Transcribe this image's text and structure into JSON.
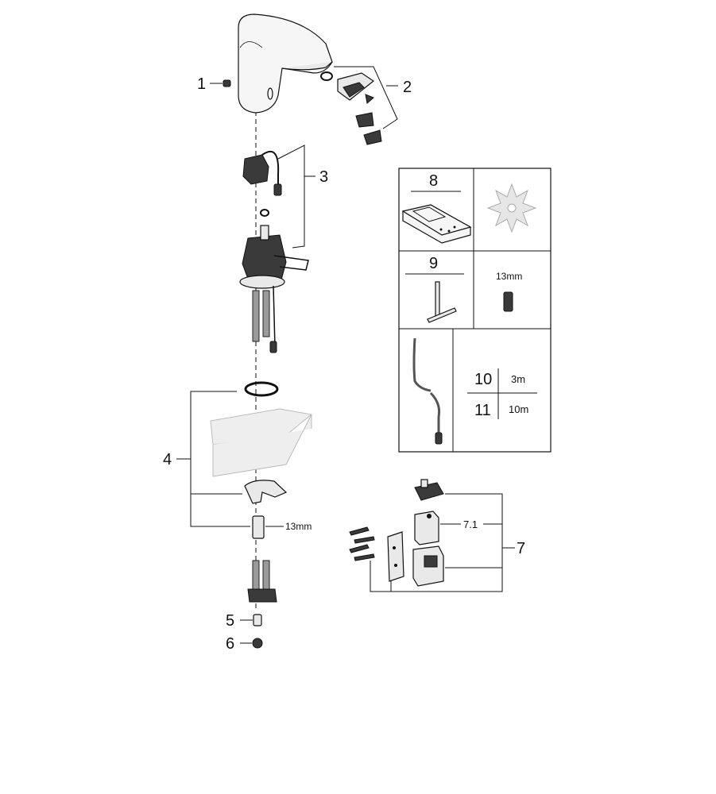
{
  "callouts": {
    "c1": "1",
    "c2": "2",
    "c3": "3",
    "c4": "4",
    "c5": "5",
    "c6": "6",
    "c7": "7",
    "c71": "7.1",
    "c8": "8",
    "c9": "9",
    "c10": "10",
    "c11": "11"
  },
  "dimensions": {
    "wrench_13mm_main": "13mm",
    "wrench_13mm_box": "13mm",
    "cable_3m": "3m",
    "cable_10m": "10m"
  }
}
